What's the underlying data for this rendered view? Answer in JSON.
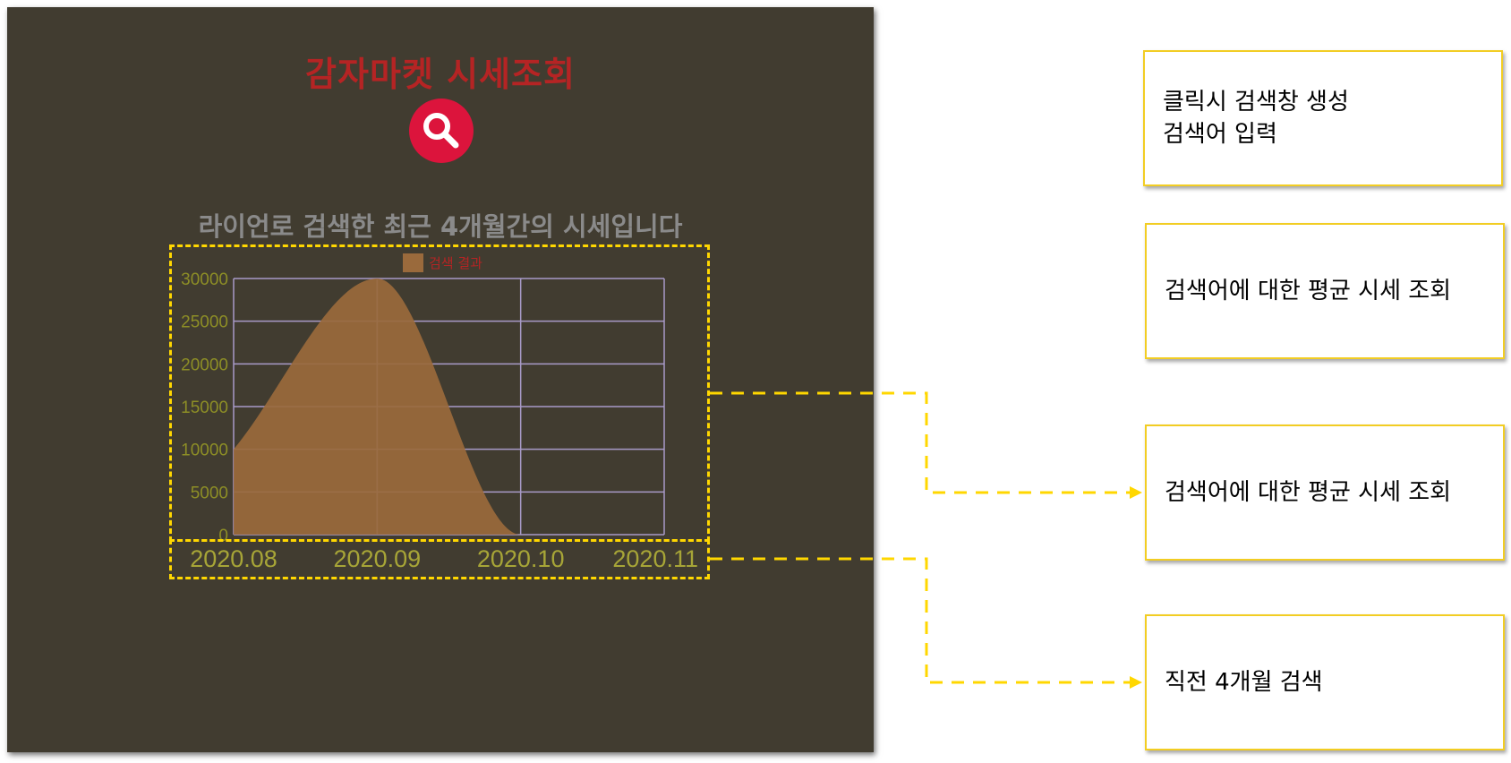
{
  "app": {
    "title": "감자마켓 시세조회",
    "subtitle": "라이언로 검색한 최근 4개월간의 시세입니다",
    "search_icon": "search-icon"
  },
  "chart_data": {
    "type": "area",
    "legend": [
      "검색 결과"
    ],
    "legend_placement": "top-center",
    "categories": [
      "2020.08",
      "2020.09",
      "2020.10",
      "2020.11"
    ],
    "series": [
      {
        "name": "검색 결과",
        "values": [
          10000,
          30000,
          0,
          0
        ]
      }
    ],
    "y_ticks": [
      "30000",
      "25000",
      "20000",
      "15000",
      "10000",
      "5000",
      "0"
    ],
    "ylim": [
      0,
      30000
    ],
    "grid": true,
    "colors": {
      "fill": "#9a6a3c",
      "grid": "#a89ac8",
      "tick_label": "#8d8e26",
      "x_label": "#a7a537",
      "legend_text": "#b52424"
    }
  },
  "annotations": {
    "note1": {
      "line1": "클릭시 검색창 생성",
      "line2": "검색어 입력"
    },
    "note2": "검색어에 대한 평균 시세 조회",
    "note3": "검색어에 대한 평균 시세 조회",
    "note4": "직전 4개월 검색",
    "colors": {
      "dash": "#ffd700",
      "note_border": "#f2cd23"
    }
  }
}
